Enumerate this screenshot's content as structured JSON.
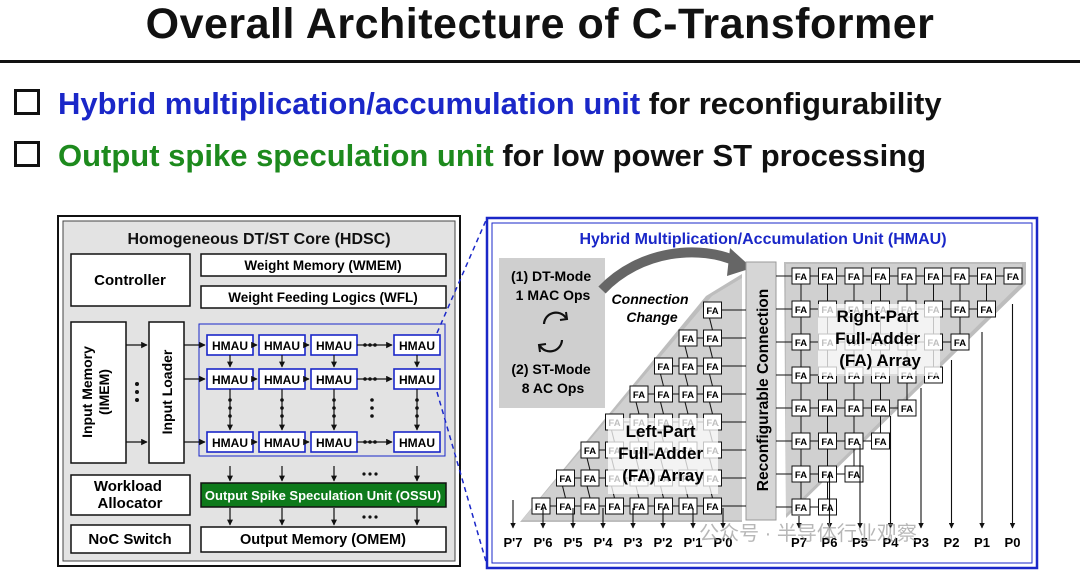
{
  "title": "Overall Architecture of C-Transformer",
  "bullets": [
    {
      "highlight": "Hybrid multiplication/accumulation unit",
      "rest": " for reconfigurability",
      "color": "#1a27c8"
    },
    {
      "highlight": "Output spike speculation unit",
      "rest": " for low power ST processing",
      "color": "#1d8a1d"
    }
  ],
  "core": {
    "title": "Homogeneous DT/ST Core (HDSC)",
    "controller": "Controller",
    "wmem": "Weight Memory (WMEM)",
    "wfl": "Weight Feeding Logics (WFL)",
    "imem": "Input Memory (IMEM)",
    "loader": "Input Loader",
    "hmau": "HMAU",
    "workload": [
      "Workload",
      "Allocator"
    ],
    "ossu": "Output Spike Speculation Unit (OSSU)",
    "noc": "NoC Switch",
    "omem": "Output Memory (OMEM)"
  },
  "hmau_unit": {
    "title": "Hybrid Multiplication/Accumulation Unit (HMAU)",
    "dt_mode": [
      "(1) DT-Mode",
      "1 MAC Ops"
    ],
    "st_mode": [
      "(2) ST-Mode",
      "8 AC Ops"
    ],
    "change": [
      "Connection",
      "Change"
    ],
    "left_array": [
      "Left-Part",
      "Full-Adder",
      "(FA) Array"
    ],
    "right_array": [
      "Right-Part",
      "Full-Adder",
      "(FA) Array"
    ],
    "reconfig": "Reconfigurable Connection",
    "fa": "FA",
    "left_outputs": [
      "P'7",
      "P'6",
      "P'5",
      "P'4",
      "P'3",
      "P'2",
      "P'1",
      "P'0"
    ],
    "right_outputs": [
      "P7",
      "P6",
      "P5",
      "P4",
      "P3",
      "P2",
      "P1",
      "P0"
    ]
  },
  "watermark": "公众号 · 半导体行业观察",
  "colors": {
    "blue": "#1a27c8",
    "green": "#1d8a1d",
    "ossu": "#0e7a1b"
  }
}
